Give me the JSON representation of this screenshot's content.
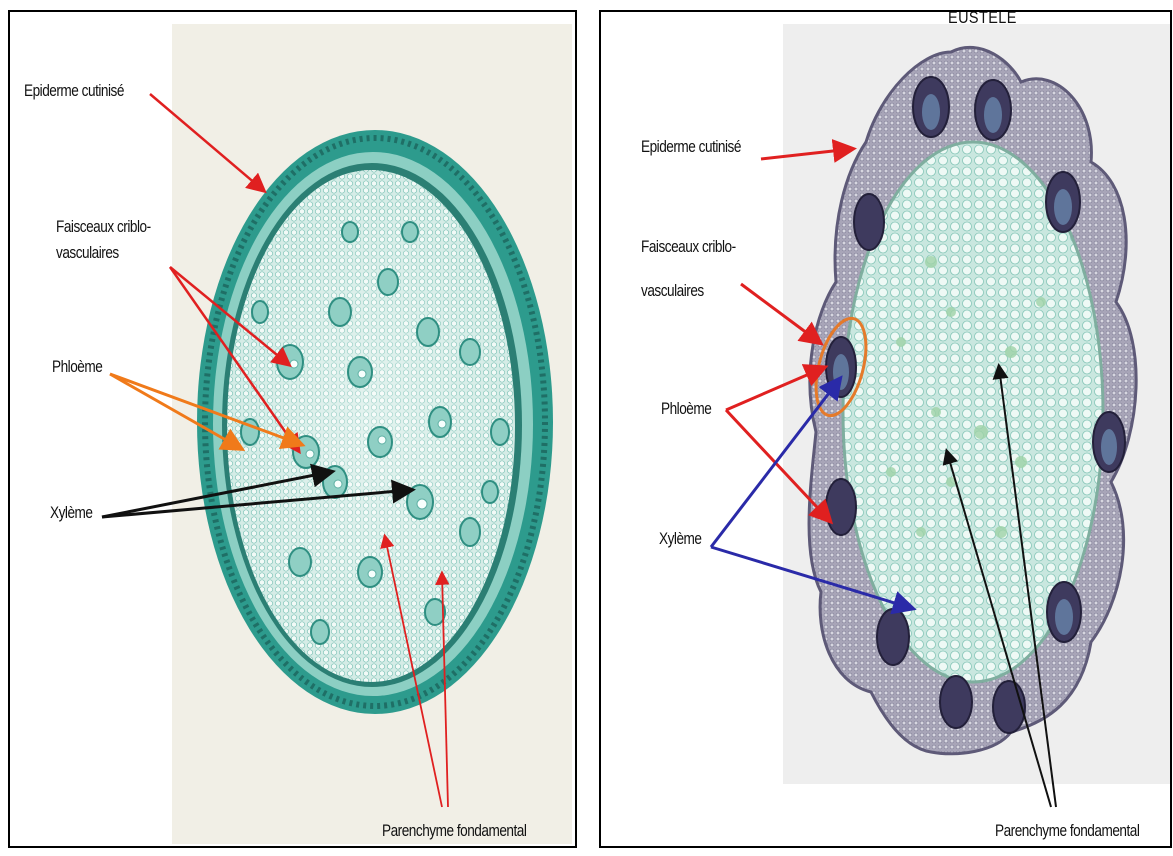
{
  "panels": [
    {
      "title": "",
      "labels": {
        "epiderme": "Epiderme cutinisé",
        "faisceaux_line1": "Faisceaux criblo-",
        "faisceaux_line2": "vasculaires",
        "phloeme": "Phloème",
        "xyleme": "Xylème",
        "parenchyme": "Parenchyme fondamental"
      }
    },
    {
      "title": "EUSTELE",
      "labels": {
        "epiderme": "Epiderme cutinisé",
        "faisceaux_line1": "Faisceaux criblo-",
        "faisceaux_line2": "vasculaires",
        "phloeme": "Phloème",
        "xyleme": "Xylème",
        "parenchyme": "Parenchyme fondamental"
      }
    }
  ],
  "colors": {
    "arrow_red": "#e02020",
    "arrow_orange": "#f07a1a",
    "arrow_black": "#111111",
    "arrow_blue": "#2a2aa8",
    "stain_teal": "#3aa79a",
    "stain_purple": "#7a4a7a"
  }
}
